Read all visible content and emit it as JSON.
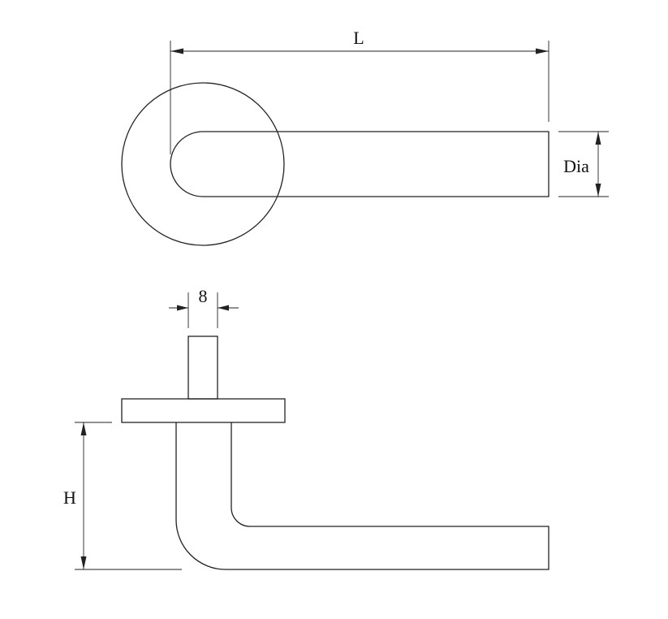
{
  "labels": {
    "length": "L",
    "diameter": "Dia",
    "spindle": "8",
    "height": "H"
  },
  "colors": {
    "line": "#222222",
    "background": "#ffffff"
  }
}
